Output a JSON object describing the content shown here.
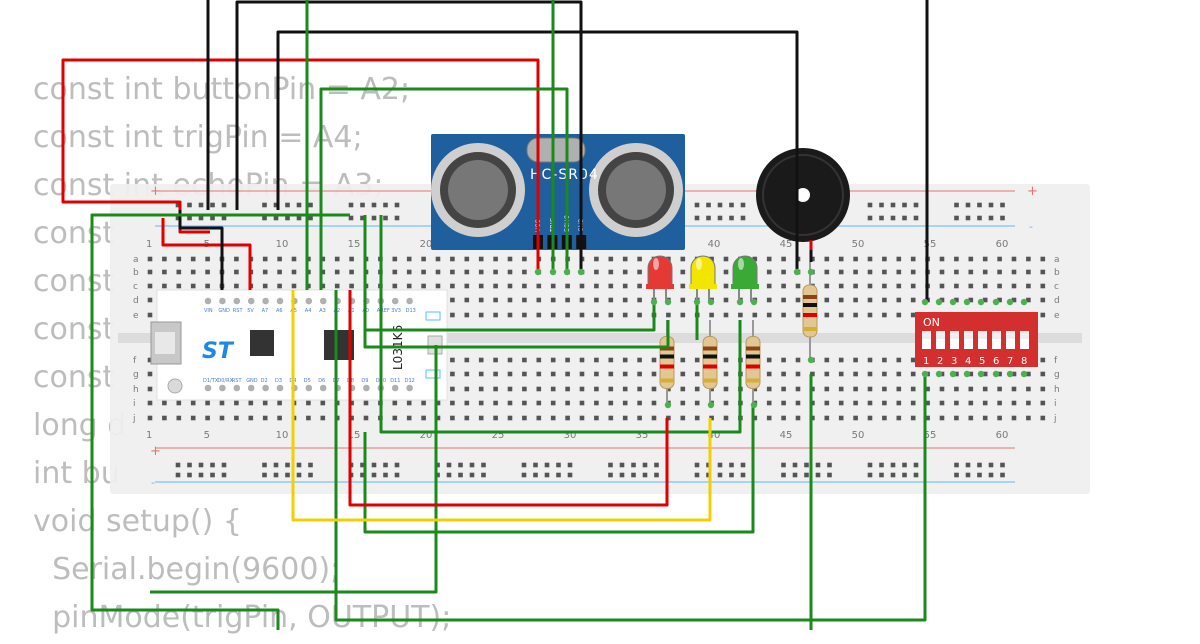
{
  "code_lines": [
    "const int buttonPin = A2;",
    "const int trigPin = A4;",
    "const int echoPin = A3;",
    "const",
    "const",
    "const",
    "const",
    "long d",
    "int bu",
    "void setup() {",
    "  Serial.begin(9600);",
    "  pinMode(trigPin, OUTPUT);"
  ],
  "breadboard": {
    "column_numbers": [
      "1",
      "5",
      "10",
      "15",
      "20",
      "25",
      "30",
      "35",
      "40",
      "45",
      "50",
      "55",
      "60"
    ],
    "row_letters_top": [
      "a",
      "b",
      "c",
      "d",
      "e"
    ],
    "row_letters_bottom": [
      "f",
      "g",
      "h",
      "i",
      "j"
    ],
    "plus_sign": "+",
    "minus_sign": "-"
  },
  "microcontroller": {
    "label": "L031K6",
    "logo": "ST",
    "top_pin_labels": [
      "VIN",
      "GND",
      "RST",
      "5V",
      "A7",
      "A6",
      "A5",
      "A4",
      "A3",
      "A2",
      "A1",
      "A0",
      "AREF",
      "3V3",
      "D13"
    ],
    "bottom_pin_labels": [
      "D1/TX",
      "D0/RX",
      "RST",
      "GND",
      "D2",
      "D3",
      "D4",
      "D5",
      "D6",
      "D7",
      "D8",
      "D9",
      "D10",
      "D11",
      "D12"
    ]
  },
  "ultrasonic_sensor": {
    "label": "HC-SR04",
    "pin_labels": [
      "VCC",
      "TRIG",
      "ECHO",
      "GND"
    ]
  },
  "dip_switch": {
    "on_label": "ON",
    "numbers": [
      "1",
      "2",
      "3",
      "4",
      "5",
      "6",
      "7",
      "8"
    ]
  },
  "leds": [
    {
      "color": "red",
      "hex": "#e53935"
    },
    {
      "color": "yellow",
      "hex": "#f2e600"
    },
    {
      "color": "green",
      "hex": "#3aa935"
    }
  ],
  "wire_colors": {
    "red": "#e00000",
    "black": "#111111",
    "green": "#1b8a1b",
    "yellow": "#f0d000"
  },
  "breadboard_colors": {
    "body": "#efefef",
    "plus_rail": "#e57373",
    "minus_rail": "#64b5f6"
  }
}
